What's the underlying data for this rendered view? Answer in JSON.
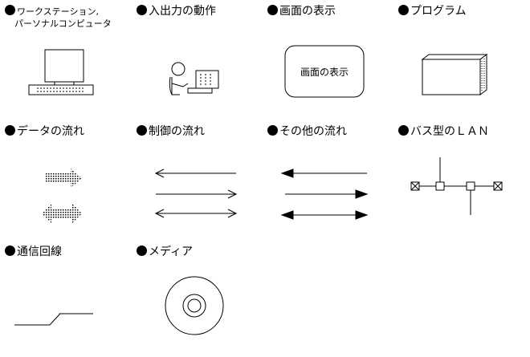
{
  "legend": {
    "workstation": {
      "label": "ワークステーション,",
      "sub": "パーソナルコンピュータ",
      "icon": "workstation-icon"
    },
    "io_operation": {
      "label": "入出力の動作",
      "icon": "person-terminal-icon"
    },
    "screen_display": {
      "label": "画面の表示",
      "screen_text": "画面の表示",
      "icon": "screen-display-icon"
    },
    "program": {
      "label": "プログラム",
      "icon": "program-box-icon"
    },
    "data_flow": {
      "label": "データの流れ",
      "icon": "dotted-arrow-icon"
    },
    "control_flow": {
      "label": "制御の流れ",
      "icon": "open-arrow-icon"
    },
    "other_flow": {
      "label": "その他の流れ",
      "icon": "solid-arrow-icon"
    },
    "bus_lan": {
      "label": "バス型のＬＡＮ",
      "icon": "bus-lan-icon"
    },
    "comm_line": {
      "label": "通信回線",
      "icon": "lightning-line-icon"
    },
    "media": {
      "label": "メディア",
      "icon": "disc-icon"
    }
  }
}
